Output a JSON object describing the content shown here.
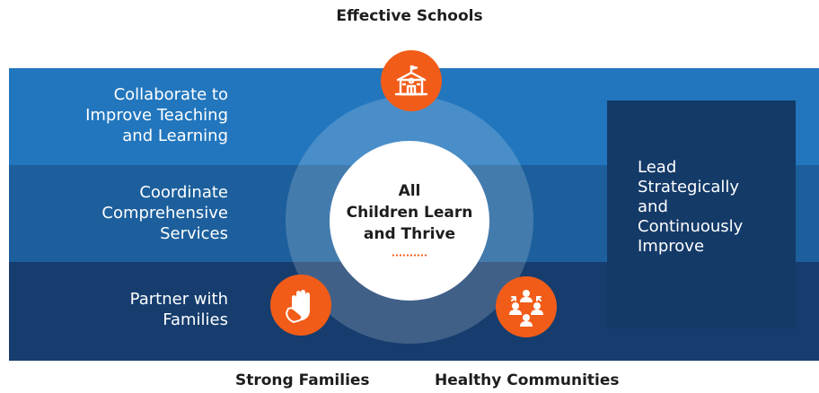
{
  "title": "Effective Schools",
  "bands": [
    {
      "lines": [
        "Collaborate to",
        "Improve Teaching",
        "and Learning"
      ]
    },
    {
      "lines": [
        "Coordinate",
        "Comprehensive",
        "Services"
      ]
    },
    {
      "lines": [
        "Partner with",
        "Families"
      ]
    }
  ],
  "center": {
    "lines": [
      "All",
      "Children Learn",
      "and Thrive"
    ]
  },
  "side_box": {
    "lines": [
      "Lead",
      "Strategically",
      "and",
      "Continuously",
      "Improve"
    ]
  },
  "bottom_labels": {
    "left": "Strong Families",
    "right": "Healthy Communities"
  },
  "icons": {
    "top": "school-building-icon",
    "bottom_left": "hands-icon",
    "bottom_right": "community-people-icon"
  },
  "colors": {
    "band_top": "#2276bd",
    "band_middle": "#1c5f9c",
    "band_bottom": "#163d6e",
    "side_box": "#143a68",
    "accent": "#f25c19"
  }
}
